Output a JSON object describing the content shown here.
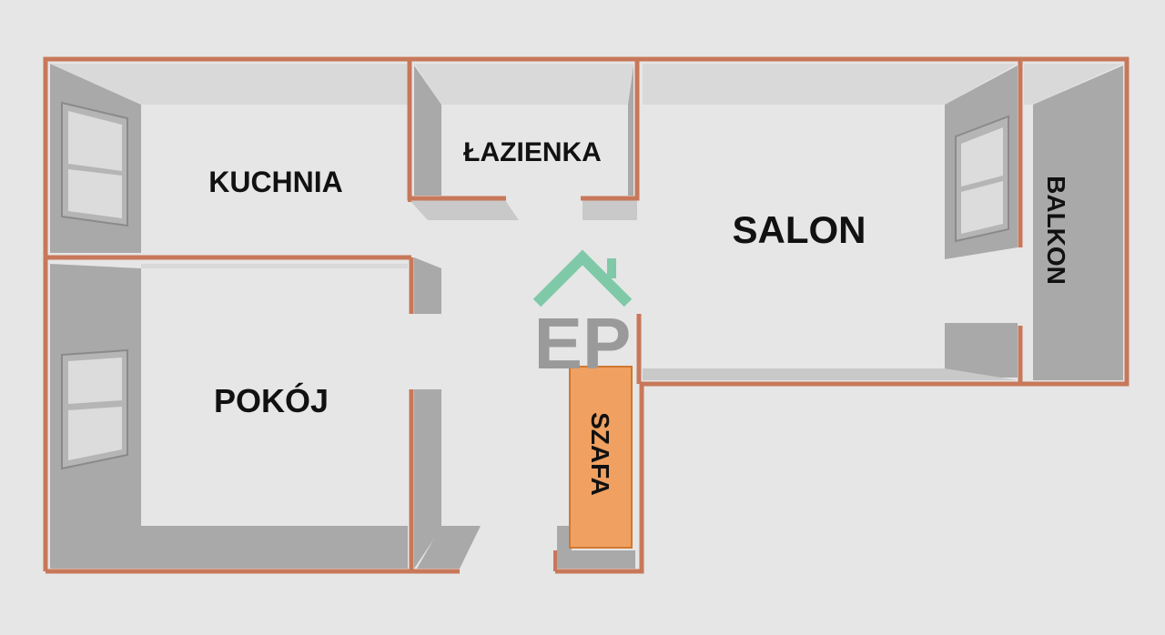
{
  "floor_plan": {
    "rooms": {
      "kitchen": "KUCHNIA",
      "bathroom": "ŁAZIENKA",
      "living_room": "SALON",
      "balcony": "BALKON",
      "bedroom": "POKÓJ",
      "wardrobe": "SZAFA"
    },
    "watermark": {
      "text": "EP"
    }
  },
  "colors": {
    "background": "#e6e6e6",
    "wall": "#c8785a",
    "wall_face": "#a9a9a9",
    "floor": "#e6e6e6",
    "window_frame": "#b5b5b5",
    "window_glass": "#d8d8d8",
    "wardrobe_fill": "#f0a060",
    "logo_roof": "#7fc9a8",
    "logo_letters": "#9a9a9a"
  }
}
